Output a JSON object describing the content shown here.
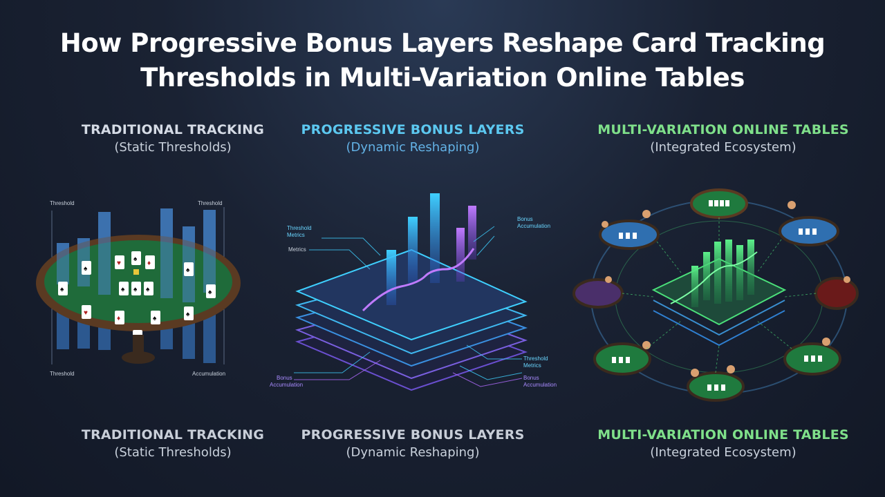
{
  "title": {
    "line1": "How Progressive Bonus Layers Reshape Card Tracking",
    "line2": "Thresholds in Multi-Variation Online Tables"
  },
  "columns": [
    {
      "heading": "TRADITIONAL TRACKING",
      "subheading": "(Static Thresholds)",
      "color": "#d5dbe5"
    },
    {
      "heading": "PROGRESSIVE BONUS LAYERS",
      "subheading": "(Dynamic Reshaping)",
      "color": "#5cc8f0"
    },
    {
      "heading": "MULTI-VARIATION ONLINE TABLES",
      "subheading": "(Integrated Ecosystem)",
      "color": "#7fe08a"
    }
  ],
  "panel1": {
    "labels": {
      "tl": "Threshold",
      "tr": "Threshold",
      "bl": "Threshold",
      "br": "Accumulation"
    },
    "colors": {
      "felt": "#1f6b3a",
      "rim": "#5a3a22",
      "bar": "#3a6fb0"
    }
  },
  "panel2": {
    "labels": {
      "threshold_metrics_1": "Threshold",
      "threshold_metrics_2": "Metrics",
      "metrics": "Metrics",
      "bonus_acc_1": "Bonus",
      "bonus_acc_2": "Accumulation",
      "bonus_acc_bl_1": "Bonus",
      "bonus_acc_bl_2": "Accumulation",
      "threshold_br_1": "Threshold",
      "threshold_br_2": "Metrics",
      "bonus_br_1": "Bonus",
      "bonus_br_2": "Accumulation"
    },
    "colors": {
      "cyan": "#3fd0ff",
      "violet": "#b26bff"
    }
  },
  "panel3": {
    "colors": {
      "green": "#4be07a",
      "blue": "#2f7fd0",
      "felt": "#1f7a3e"
    }
  }
}
